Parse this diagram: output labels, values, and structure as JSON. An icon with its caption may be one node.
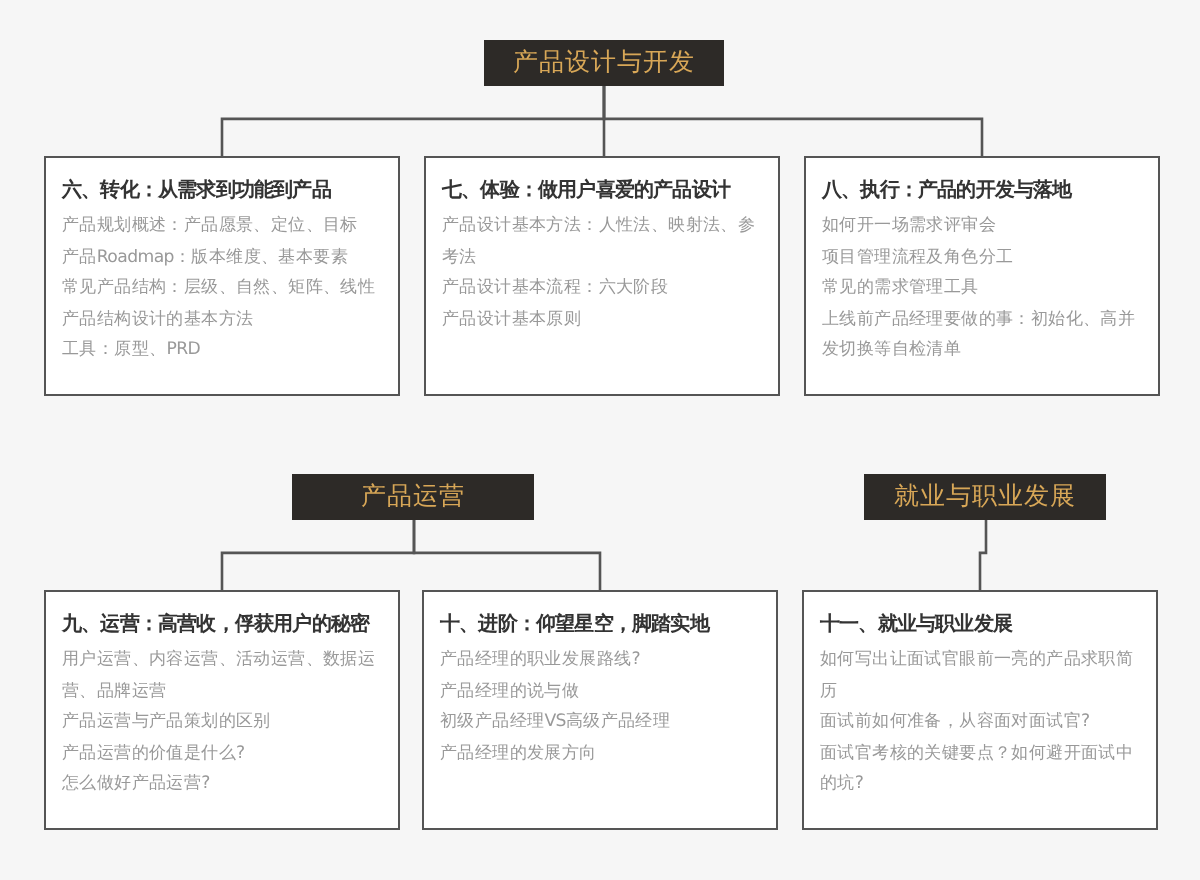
{
  "diagram": {
    "nodes": [
      {
        "text": [
          "产品设计与开发"
        ]
      },
      {
        "text": [
          "六、转化：从需求到功能到产品",
          "产品规划概述：产品愿景、定位、目标",
          "产品Roadmap：版本维度、基本要素",
          "常见产品结构：层级、自然、矩阵、线性",
          "产品结构设计的基本方法",
          "工具：原型、PRD"
        ]
      },
      {
        "text": [
          "七、体验：做用户喜爱的产品设计",
          "产品设计基本方法：人性法、映射法、参考法",
          "产品设计基本流程：六大阶段",
          "产品设计基本原则"
        ]
      },
      {
        "text": [
          "八、执行：产品的开发与落地",
          "如何开一场需求评审会",
          "项目管理流程及角色分工",
          "常见的需求管理工具",
          "上线前产品经理要做的事：初始化、高并发切换等自检清单"
        ]
      },
      {
        "text": [
          "产品运营"
        ]
      },
      {
        "text": [
          "就业与职业发展"
        ]
      },
      {
        "text": [
          "九、运营：高营收，俘获用户的秘密",
          "用户运营、内容运营、活动运营、数据运营、品牌运营",
          "产品运营与产品策划的区别",
          "产品运营的价值是什么?",
          "怎么做好产品运营?"
        ]
      },
      {
        "text": [
          "十、进阶：仰望星空，脚踏实地",
          "产品经理的职业发展路线?",
          "产品经理的说与做",
          "初级产品经理VS高级产品经理",
          "产品经理的发展方向"
        ]
      },
      {
        "text": [
          "十一、就业与职业发展",
          "如何写出让面试官眼前一亮的产品求职简历",
          "面试前如何准备，从容面对面试官?",
          "面试官考核的关键要点？如何避开面试中的坑?"
        ]
      }
    ],
    "edges": [
      {
        "from": 0,
        "to": 1,
        "arrow": "none"
      },
      {
        "from": 0,
        "to": 2,
        "arrow": "none"
      },
      {
        "from": 0,
        "to": 3,
        "arrow": "none"
      },
      {
        "from": 4,
        "to": 6,
        "arrow": "none"
      },
      {
        "from": 4,
        "to": 7,
        "arrow": "none"
      },
      {
        "from": 5,
        "to": 8,
        "arrow": "none"
      }
    ]
  }
}
